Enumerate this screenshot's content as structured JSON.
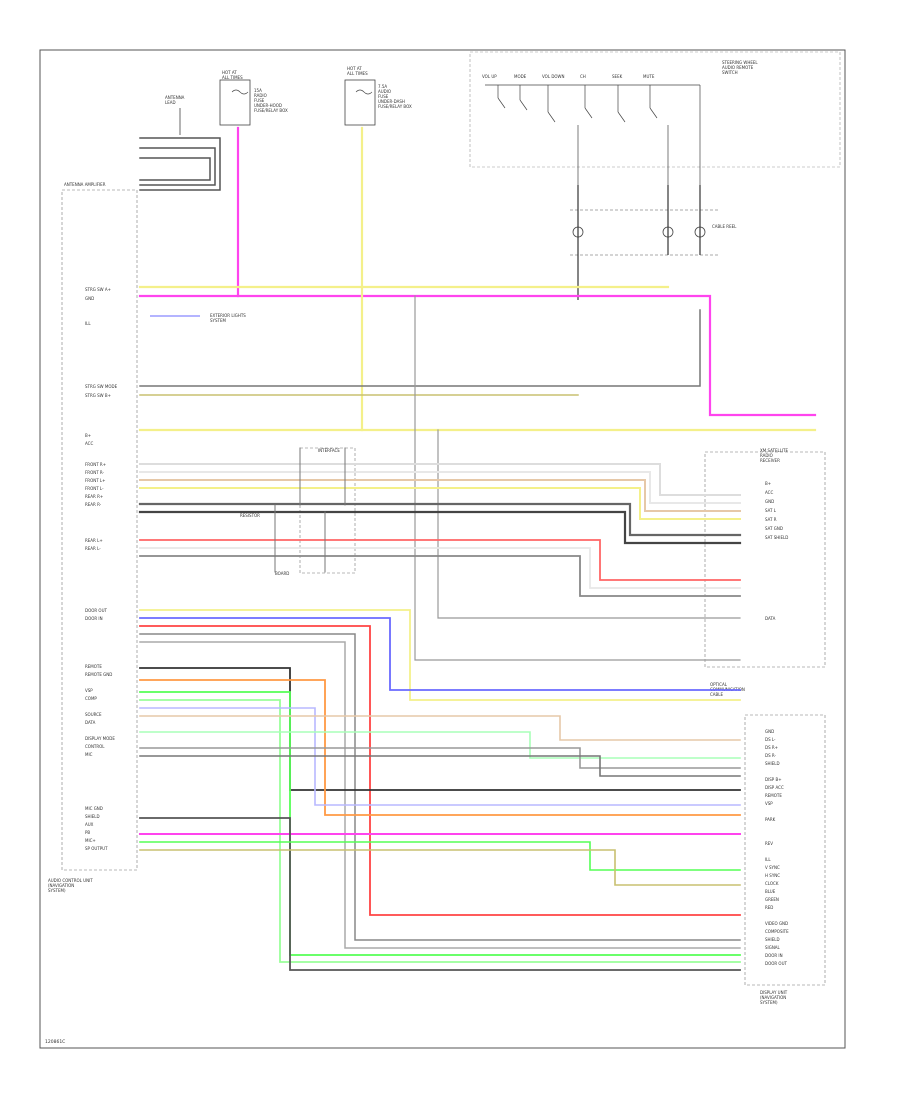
{
  "diagram": {
    "footer_code": "120861C",
    "fuse_left": [
      "HOT AT",
      "ALL TIMES",
      "15A",
      "RADIO",
      "FUSE",
      "UNDER-HOOD",
      "FUSE/RELAY BOX"
    ],
    "fuse_right": [
      "HOT AT",
      "ALL TIMES",
      "7.5A",
      "AUDIO",
      "FUSE",
      "UNDER-DASH",
      "FUSE/RELAY BOX"
    ],
    "antenna_lead": [
      "ANTENNA",
      "LEAD"
    ],
    "antenna_block_label": "ANTENNA AMPLIFIER",
    "steering_switch_block": [
      "STEERING WHEEL",
      "AUDIO REMOTE",
      "SWITCH"
    ],
    "switch_labels": [
      "VOL UP",
      "MODE",
      "VOL DOWN",
      "CH",
      "SEEK",
      "MUTE"
    ],
    "resistor_label": [
      "INTERFACE",
      "RESISTOR",
      "BOARD"
    ],
    "ext_lights_label": [
      "EXTERIOR LIGHTS",
      "SYSTEM"
    ],
    "audio_unit_label": [
      "AUDIO CONTROL UNIT",
      "(NAVIGATION",
      "SYSTEM)"
    ],
    "cable_reel_label": "CABLE REEL",
    "display_unit_label": [
      "DISPLAY UNIT",
      "(NAVIGATION",
      "SYSTEM)"
    ],
    "satellite_label": [
      "XM SATELLITE",
      "RADIO",
      "RECEIVER"
    ],
    "optical_label": [
      "OPTICAL",
      "COMMUNICATION",
      "CABLE"
    ],
    "left_pins": [
      "STRG SW A+",
      "GND",
      "ILL",
      "STRG SW MODE",
      "STRG SW B+",
      "B+",
      "ACC",
      "FRONT R+",
      "FRONT R-",
      "FRONT L+",
      "FRONT L-",
      "REAR R+",
      "REAR R-",
      "REAR L+",
      "REAR L-",
      "DOOR OUT",
      "DOOR IN",
      "REMOTE",
      "REMOTE GND",
      "VSP",
      "COMP",
      "SOURCE",
      "DATA",
      "DISPLAY MODE",
      "CONTROL",
      "MIC",
      "MIC GND",
      "SHIELD",
      "AUX",
      "PB",
      "MIC+",
      "SP OUTPUT"
    ],
    "right_pins_upper": [
      "B+",
      "ACC",
      "GND",
      "SAT L",
      "SAT R",
      "SAT GND",
      "SAT SHIELD",
      "DATA"
    ],
    "right_pins_lower": [
      "GND",
      "DS L-",
      "DS R+",
      "DS R-",
      "SHIELD",
      "DISP B+",
      "DISP ACC",
      "REMOTE",
      "VSP",
      "PARK",
      "REV",
      "ILL",
      "V SYNC",
      "H SYNC",
      "CLOCK",
      "BLUE",
      "GREEN",
      "RED",
      "VIDEO GND",
      "COMPOSITE",
      "SHIELD",
      "SIGNAL",
      "DOOR IN",
      "DOOR OUT"
    ]
  }
}
